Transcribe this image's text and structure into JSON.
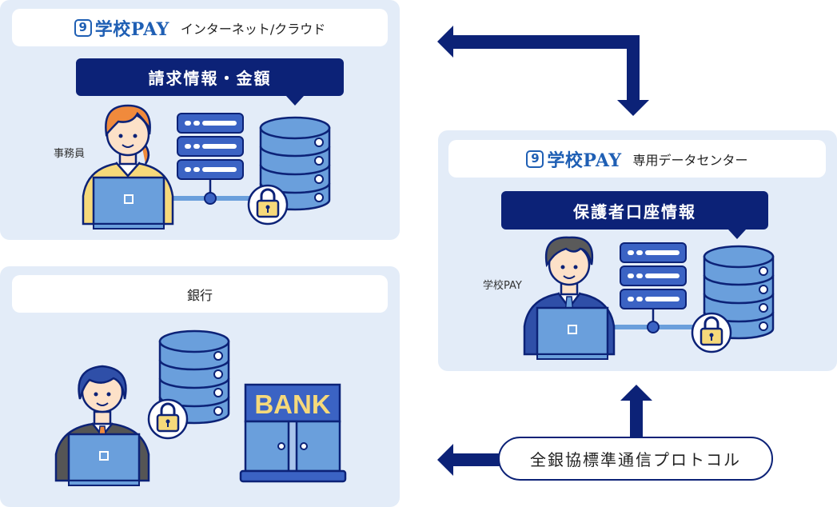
{
  "colors": {
    "panel_bg": "#e3ecf8",
    "navy": "#0c2277",
    "brand_blue": "#1f5fb4",
    "db_fill": "#6a9fdc",
    "lock_yellow": "#f6d97a"
  },
  "cloud_panel": {
    "logo_mark": "9",
    "logo_text": "学校PAY",
    "subtitle": "インターネット/クラウド",
    "banner": "請求情報・金額",
    "person_label": "事務員",
    "icons": [
      "clerk-person-icon",
      "laptop-icon",
      "server-rack-icon",
      "database-icon",
      "lock-icon"
    ]
  },
  "datacenter_panel": {
    "logo_mark": "9",
    "logo_text": "学校PAY",
    "subtitle": "専用データセンター",
    "banner": "保護者口座情報",
    "person_label": "学校PAY",
    "icons": [
      "staff-person-icon",
      "laptop-icon",
      "server-rack-icon",
      "database-icon",
      "lock-icon"
    ]
  },
  "bank_panel": {
    "title": "銀行",
    "bank_sign": "BANK",
    "icons": [
      "banker-person-icon",
      "laptop-icon",
      "database-icon",
      "lock-icon",
      "bank-building-icon"
    ]
  },
  "connections": {
    "top_arrow": "bidirectional-elbow-arrow",
    "bottom_arrow": "bidirectional-elbow-arrow",
    "protocol_label": "全銀協標準通信プロトコル"
  }
}
